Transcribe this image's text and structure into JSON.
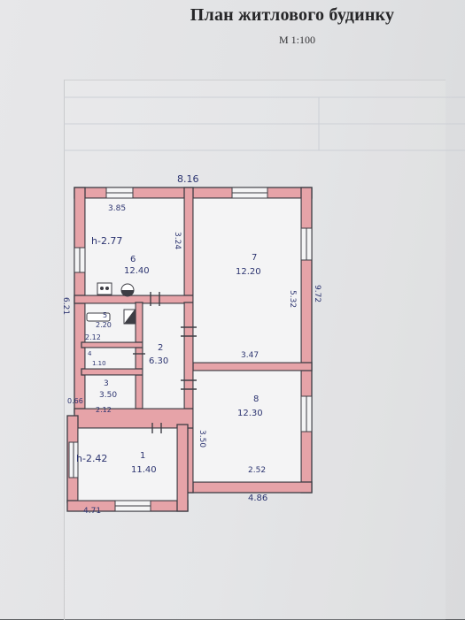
{
  "title": "План житлового будинку",
  "scale": "М 1:100",
  "colors": {
    "wall_fill": "#e6a3a8",
    "wall_stroke": "#3d3d44",
    "ink": "#2c3470",
    "paper": "#e4e5e7"
  },
  "dimensions": {
    "top_total": "8.16",
    "room6_width": "3.85",
    "room6_height": "3.24",
    "right_total": "9.72",
    "room7_height": "5.32",
    "left_total": "6.21",
    "middle_right": "3.47",
    "wc_width": "2.12",
    "room3_width": "2.12",
    "room8_height": "3.50",
    "room8_width": "2.52",
    "bottom_right": "4.86",
    "bottom_left": "4.71",
    "left_small": "0.66"
  },
  "ceilings": {
    "room6": "h-2.77",
    "room1": "h-2.42"
  },
  "rooms": [
    {
      "number": "6",
      "area": "12.40"
    },
    {
      "number": "7",
      "area": "12.20"
    },
    {
      "number": "5",
      "area": "2.20"
    },
    {
      "number": "4",
      "area": "1.10"
    },
    {
      "number": "2",
      "area": "6.30"
    },
    {
      "number": "3",
      "area": "3.50"
    },
    {
      "number": "8",
      "area": "12.30"
    },
    {
      "number": "1",
      "area": "11.40"
    }
  ]
}
